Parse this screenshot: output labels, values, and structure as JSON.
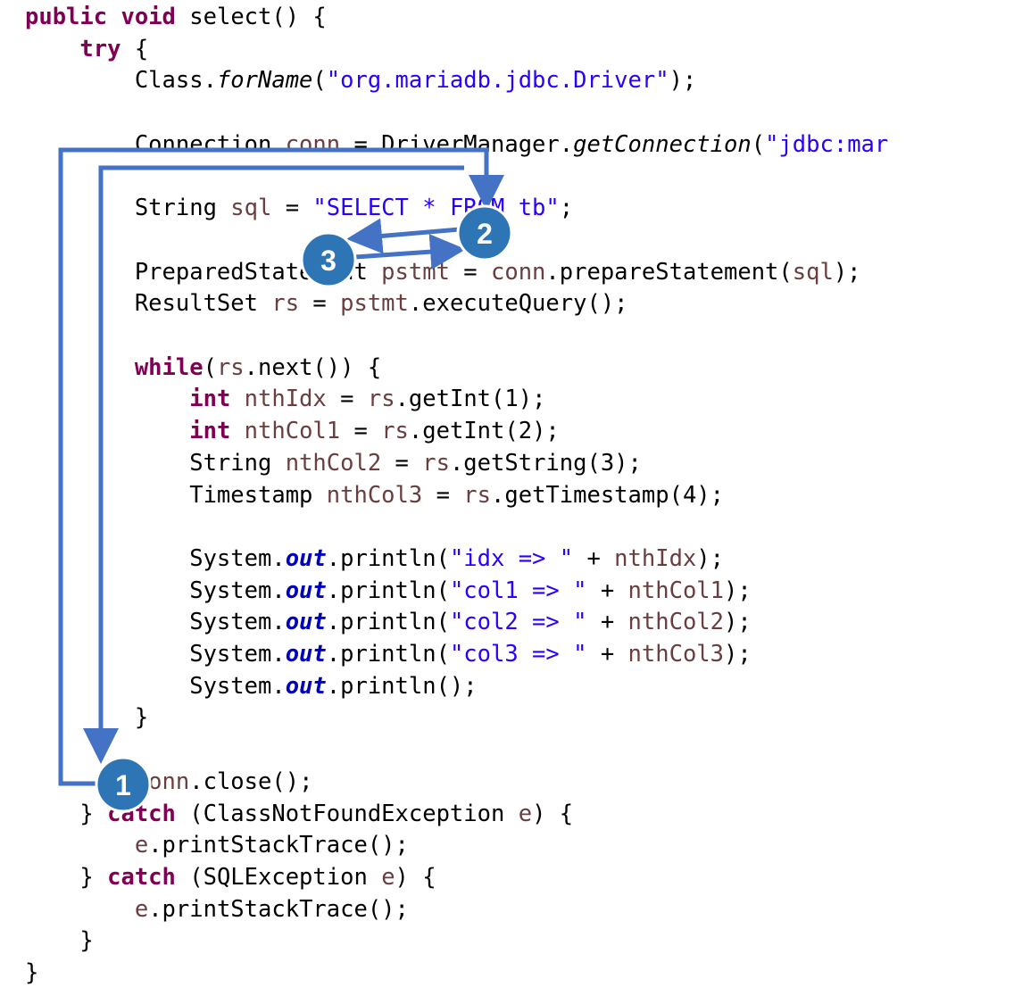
{
  "code_lines": [
    [
      {
        "c": "kw",
        "t": "public"
      },
      {
        "c": "",
        "t": " "
      },
      {
        "c": "kw",
        "t": "void"
      },
      {
        "c": "",
        "t": " select() {"
      }
    ],
    [
      {
        "c": "",
        "t": "    "
      },
      {
        "c": "kw",
        "t": "try"
      },
      {
        "c": "",
        "t": " {"
      }
    ],
    [
      {
        "c": "",
        "t": "        Class."
      },
      {
        "c": "it",
        "t": "forName"
      },
      {
        "c": "",
        "t": "("
      },
      {
        "c": "str",
        "t": "\"org.mariadb.jdbc.Driver\""
      },
      {
        "c": "",
        "t": ");"
      }
    ],
    [],
    [
      {
        "c": "",
        "t": "        Connection "
      },
      {
        "c": "var",
        "t": "conn"
      },
      {
        "c": "",
        "t": " = DriverManager."
      },
      {
        "c": "it",
        "t": "getConnection"
      },
      {
        "c": "",
        "t": "("
      },
      {
        "c": "str",
        "t": "\"jdbc:mar"
      }
    ],
    [],
    [
      {
        "c": "",
        "t": "        String "
      },
      {
        "c": "var",
        "t": "sql"
      },
      {
        "c": "",
        "t": " = "
      },
      {
        "c": "str",
        "t": "\"SELECT * FROM tb\""
      },
      {
        "c": "",
        "t": ";"
      }
    ],
    [],
    [
      {
        "c": "",
        "t": "        PreparedStatement "
      },
      {
        "c": "var",
        "t": "pstmt"
      },
      {
        "c": "",
        "t": " = "
      },
      {
        "c": "var",
        "t": "conn"
      },
      {
        "c": "",
        "t": ".prepareStatement("
      },
      {
        "c": "var",
        "t": "sql"
      },
      {
        "c": "",
        "t": ");"
      }
    ],
    [
      {
        "c": "",
        "t": "        ResultSet "
      },
      {
        "c": "var",
        "t": "rs"
      },
      {
        "c": "",
        "t": " = "
      },
      {
        "c": "var",
        "t": "pstmt"
      },
      {
        "c": "",
        "t": ".executeQuery();"
      }
    ],
    [],
    [
      {
        "c": "",
        "t": "        "
      },
      {
        "c": "kw",
        "t": "while"
      },
      {
        "c": "",
        "t": "("
      },
      {
        "c": "var",
        "t": "rs"
      },
      {
        "c": "",
        "t": ".next()) {"
      }
    ],
    [
      {
        "c": "",
        "t": "            "
      },
      {
        "c": "kw",
        "t": "int"
      },
      {
        "c": "",
        "t": " "
      },
      {
        "c": "var",
        "t": "nthIdx"
      },
      {
        "c": "",
        "t": " = "
      },
      {
        "c": "var",
        "t": "rs"
      },
      {
        "c": "",
        "t": ".getInt(1);"
      }
    ],
    [
      {
        "c": "",
        "t": "            "
      },
      {
        "c": "kw",
        "t": "int"
      },
      {
        "c": "",
        "t": " "
      },
      {
        "c": "var",
        "t": "nthCol1"
      },
      {
        "c": "",
        "t": " = "
      },
      {
        "c": "var",
        "t": "rs"
      },
      {
        "c": "",
        "t": ".getInt(2);"
      }
    ],
    [
      {
        "c": "",
        "t": "            String "
      },
      {
        "c": "var",
        "t": "nthCol2"
      },
      {
        "c": "",
        "t": " = "
      },
      {
        "c": "var",
        "t": "rs"
      },
      {
        "c": "",
        "t": ".getString(3);"
      }
    ],
    [
      {
        "c": "",
        "t": "            Timestamp "
      },
      {
        "c": "var",
        "t": "nthCol3"
      },
      {
        "c": "",
        "t": " = "
      },
      {
        "c": "var",
        "t": "rs"
      },
      {
        "c": "",
        "t": ".getTimestamp(4);"
      }
    ],
    [],
    [
      {
        "c": "",
        "t": "            System."
      },
      {
        "c": "fld",
        "t": "out"
      },
      {
        "c": "",
        "t": ".println("
      },
      {
        "c": "str",
        "t": "\"idx => \""
      },
      {
        "c": "",
        "t": " + "
      },
      {
        "c": "var",
        "t": "nthIdx"
      },
      {
        "c": "",
        "t": ");"
      }
    ],
    [
      {
        "c": "",
        "t": "            System."
      },
      {
        "c": "fld",
        "t": "out"
      },
      {
        "c": "",
        "t": ".println("
      },
      {
        "c": "str",
        "t": "\"col1 => \""
      },
      {
        "c": "",
        "t": " + "
      },
      {
        "c": "var",
        "t": "nthCol1"
      },
      {
        "c": "",
        "t": ");"
      }
    ],
    [
      {
        "c": "",
        "t": "            System."
      },
      {
        "c": "fld",
        "t": "out"
      },
      {
        "c": "",
        "t": ".println("
      },
      {
        "c": "str",
        "t": "\"col2 => \""
      },
      {
        "c": "",
        "t": " + "
      },
      {
        "c": "var",
        "t": "nthCol2"
      },
      {
        "c": "",
        "t": ");"
      }
    ],
    [
      {
        "c": "",
        "t": "            System."
      },
      {
        "c": "fld",
        "t": "out"
      },
      {
        "c": "",
        "t": ".println("
      },
      {
        "c": "str",
        "t": "\"col3 => \""
      },
      {
        "c": "",
        "t": " + "
      },
      {
        "c": "var",
        "t": "nthCol3"
      },
      {
        "c": "",
        "t": ");"
      }
    ],
    [
      {
        "c": "",
        "t": "            System."
      },
      {
        "c": "fld",
        "t": "out"
      },
      {
        "c": "",
        "t": ".println();"
      }
    ],
    [
      {
        "c": "",
        "t": "        }"
      }
    ],
    [],
    [
      {
        "c": "",
        "t": "        "
      },
      {
        "c": "var",
        "t": "conn"
      },
      {
        "c": "",
        "t": ".close();"
      }
    ],
    [
      {
        "c": "",
        "t": "    } "
      },
      {
        "c": "kw",
        "t": "catch"
      },
      {
        "c": "",
        "t": " (ClassNotFoundException "
      },
      {
        "c": "var",
        "t": "e"
      },
      {
        "c": "",
        "t": ") {"
      }
    ],
    [
      {
        "c": "",
        "t": "        "
      },
      {
        "c": "var",
        "t": "e"
      },
      {
        "c": "",
        "t": ".printStackTrace();"
      }
    ],
    [
      {
        "c": "",
        "t": "    } "
      },
      {
        "c": "kw",
        "t": "catch"
      },
      {
        "c": "",
        "t": " (SQLException "
      },
      {
        "c": "var",
        "t": "e"
      },
      {
        "c": "",
        "t": ") {"
      }
    ],
    [
      {
        "c": "",
        "t": "        "
      },
      {
        "c": "var",
        "t": "e"
      },
      {
        "c": "",
        "t": ".printStackTrace();"
      }
    ],
    [
      {
        "c": "",
        "t": "    }"
      }
    ],
    [
      {
        "c": "",
        "t": "}"
      }
    ]
  ],
  "annotations": {
    "arrow_color": "#4472c4",
    "badge_color": "#2e75b6",
    "badges": [
      {
        "label": "1"
      },
      {
        "label": "2"
      },
      {
        "label": "3"
      }
    ]
  }
}
